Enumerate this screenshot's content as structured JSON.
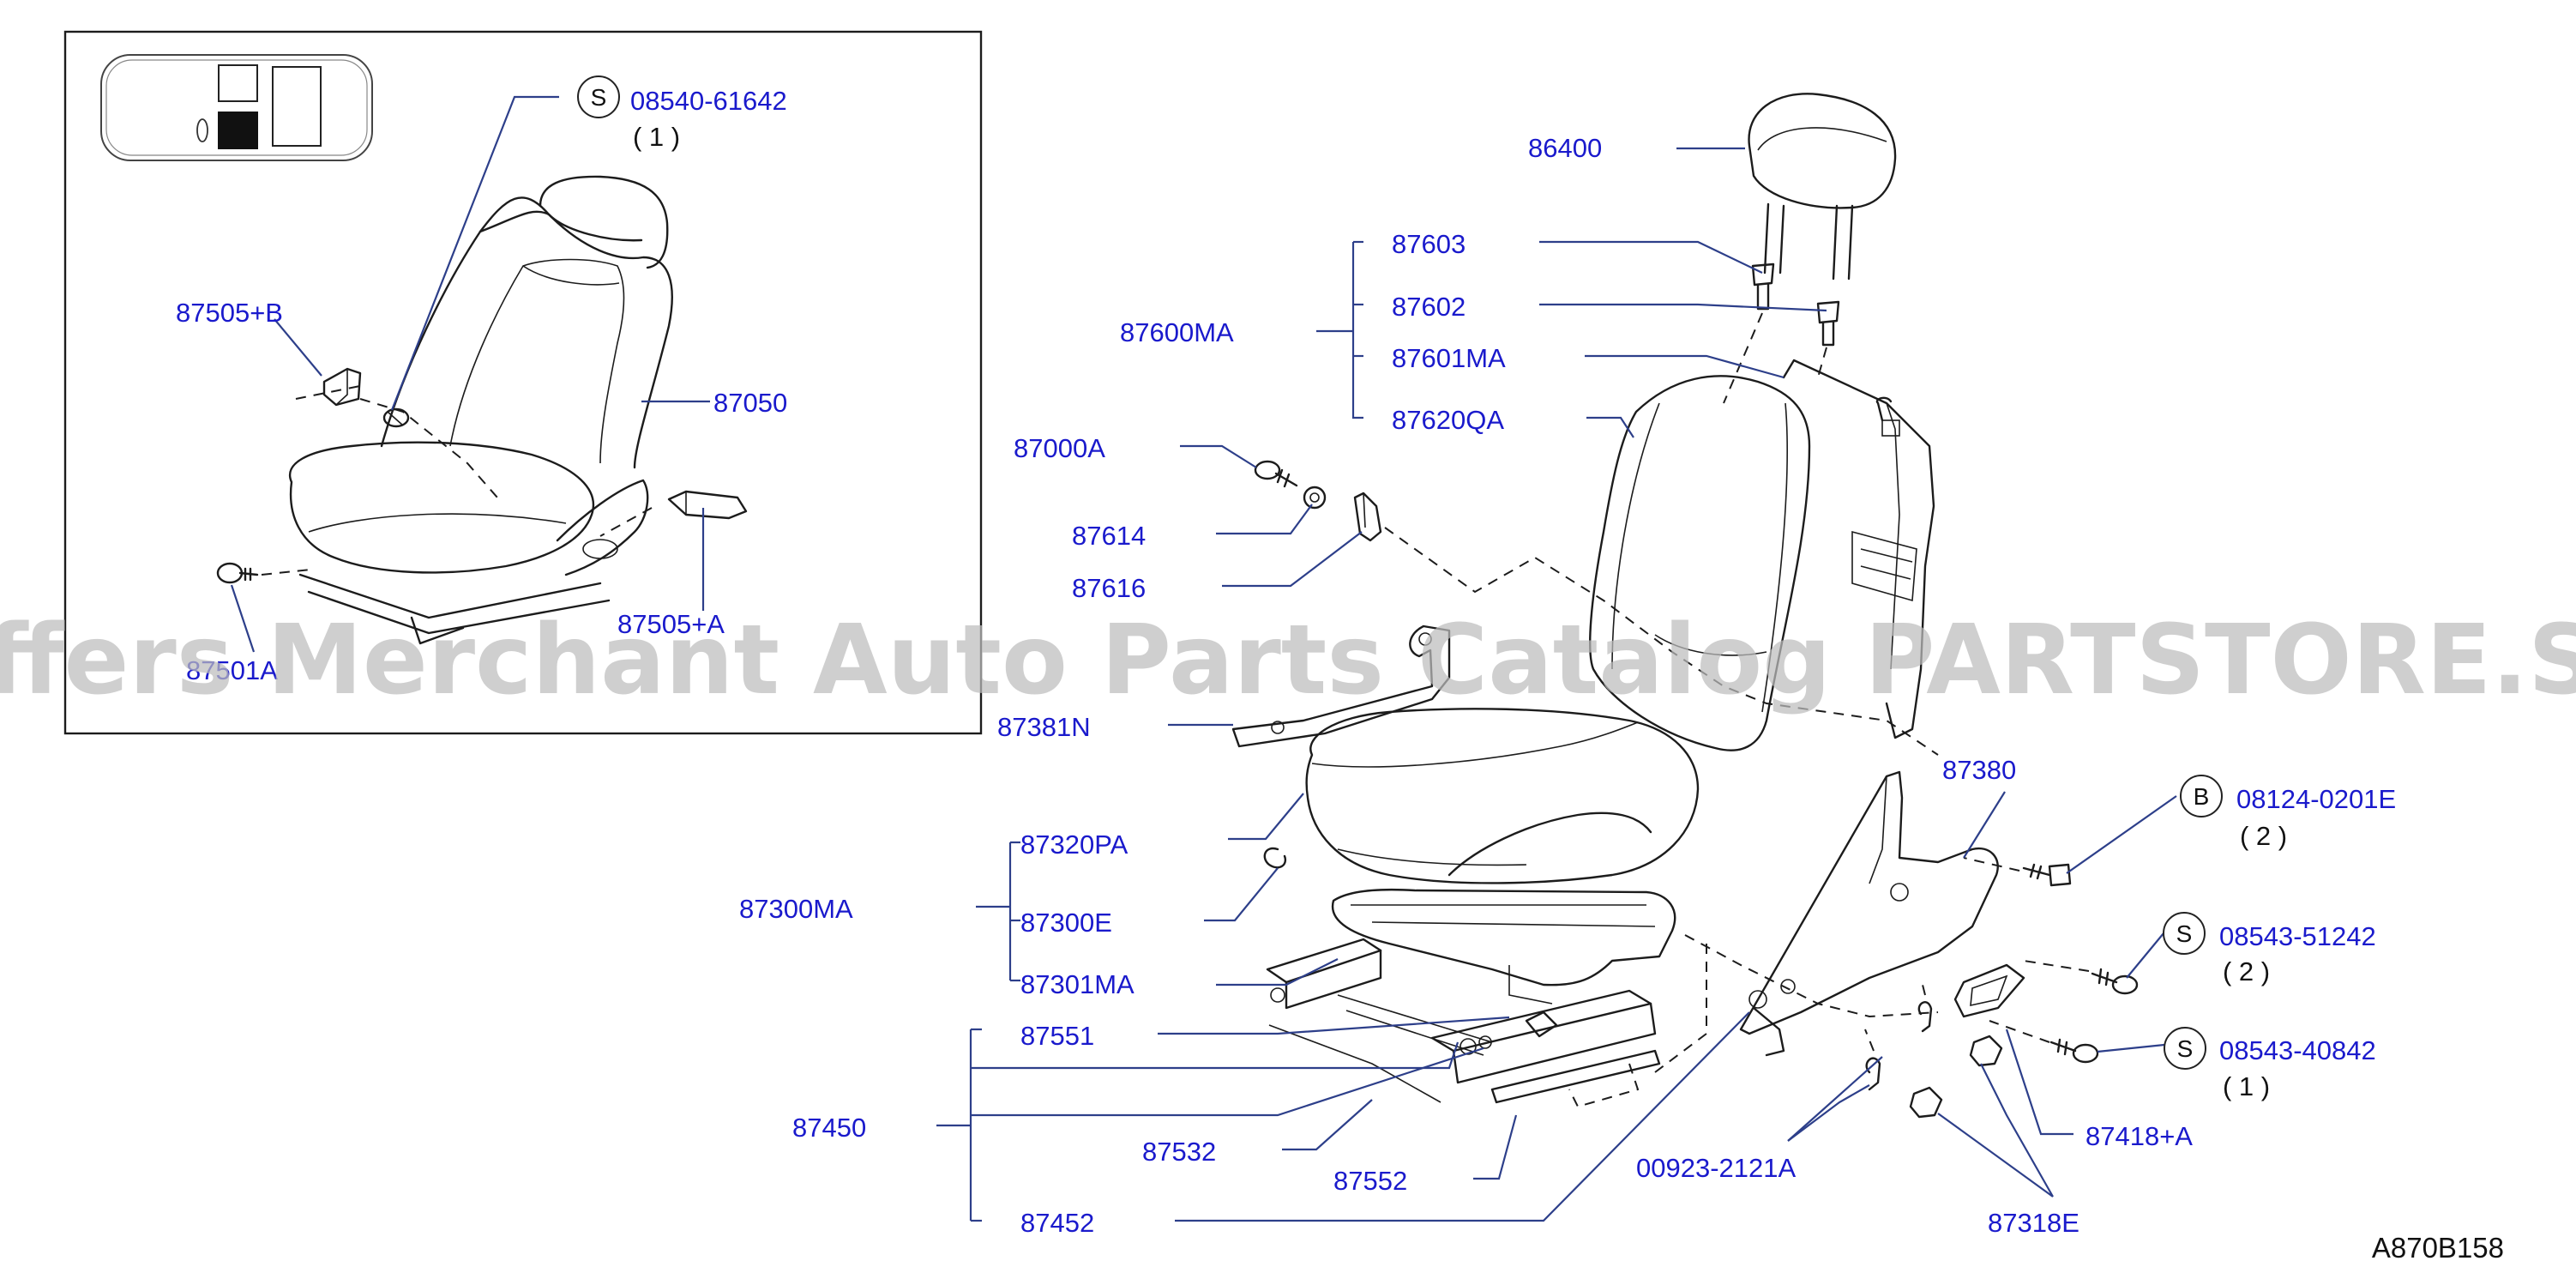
{
  "watermark": "Offers Merchant Auto Parts Catalog PARTSTORE.SA",
  "figure_ref": "A870B158",
  "inset": {
    "labels": {
      "p08540_61642": "08540-61642",
      "p08540_61642_qty": "( 1 )",
      "p08540_61642_badge": "S",
      "p87505B": "87505+B",
      "p87050": "87050",
      "p87505A": "87505+A",
      "p87501A": "87501A"
    }
  },
  "labels": {
    "p86400": "86400",
    "p87603": "87603",
    "p87602": "87602",
    "p87600MA": "87600MA",
    "p87601MA": "87601MA",
    "p87620QA": "87620QA",
    "p87000A": "87000A",
    "p87614": "87614",
    "p87616": "87616",
    "p87381N": "87381N",
    "p87380": "87380",
    "p08124_0201E": "08124-0201E",
    "p08124_0201E_qty": "( 2 )",
    "p08124_0201E_badge": "B",
    "p87320PA": "87320PA",
    "p87300MA": "87300MA",
    "p87300E": "87300E",
    "p87301MA": "87301MA",
    "p08543_51242": "08543-51242",
    "p08543_51242_qty": "( 2 )",
    "p08543_51242_badge": "S",
    "p87551": "87551",
    "p08543_40842": "08543-40842",
    "p08543_40842_qty": "( 1 )",
    "p08543_40842_badge": "S",
    "p87450": "87450",
    "p87418A": "87418+A",
    "p87532": "87532",
    "p00923_2121A": "00923-2121A",
    "p87552": "87552",
    "p87452": "87452",
    "p87318E": "87318E"
  }
}
